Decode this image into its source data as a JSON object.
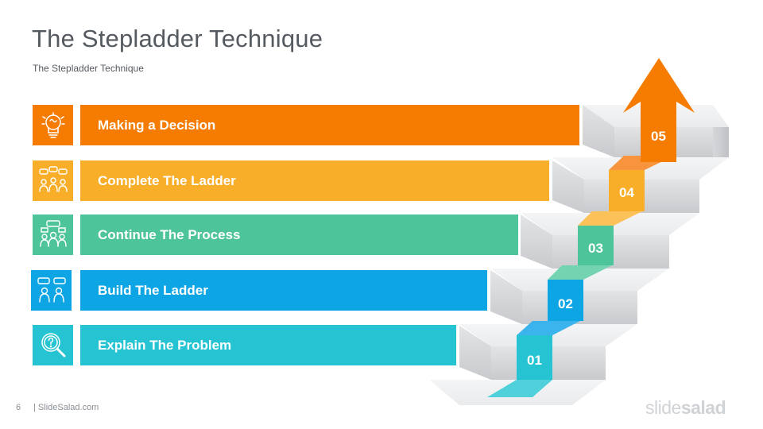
{
  "slide": {
    "title": "The Stepladder Technique",
    "subtitle": "The Stepladder Technique",
    "page_number": "6",
    "footer_brand": "| SlideSalad.com",
    "logo_part1": "slide",
    "logo_part2": "salad"
  },
  "steps": [
    {
      "label": "Making a Decision",
      "number": "05",
      "color": "#f57c00",
      "icon": "lightbulb-brain-icon"
    },
    {
      "label": "Complete The Ladder",
      "number": "04",
      "color": "#f9ae2a",
      "icon": "group-discussion-icon"
    },
    {
      "label": "Continue The Process",
      "number": "03",
      "color": "#4dc49a",
      "icon": "team-chat-icon"
    },
    {
      "label": "Build The Ladder",
      "number": "02",
      "color": "#0ea5e4",
      "icon": "two-people-chat-icon"
    },
    {
      "label": "Explain The Problem",
      "number": "01",
      "color": "#26c4d2",
      "icon": "magnifier-question-icon"
    }
  ]
}
